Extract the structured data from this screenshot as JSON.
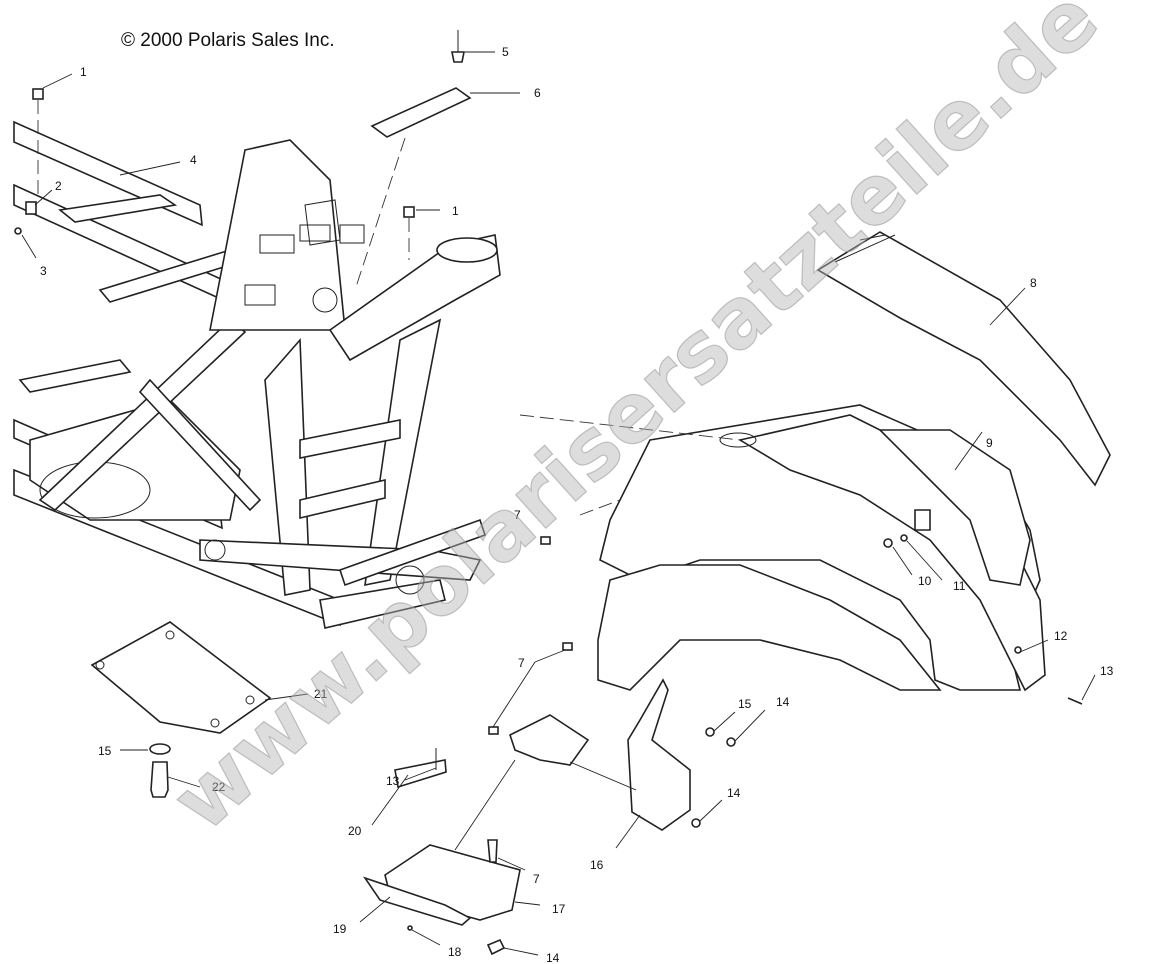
{
  "diagram": {
    "copyright": "© 2000 Polaris Sales Inc.",
    "watermark": "www.polarisersatzteile.de",
    "callouts": [
      "1",
      "2",
      "3",
      "4",
      "5",
      "6",
      "1",
      "7",
      "8",
      "9",
      "10",
      "11",
      "12",
      "13",
      "7",
      "15",
      "14",
      "13",
      "20",
      "14",
      "16",
      "7",
      "17",
      "19",
      "18",
      "14",
      "15",
      "22",
      "21"
    ],
    "colors": {
      "line": "#222222",
      "background": "#ffffff",
      "watermark": "#b4b4b4"
    }
  }
}
